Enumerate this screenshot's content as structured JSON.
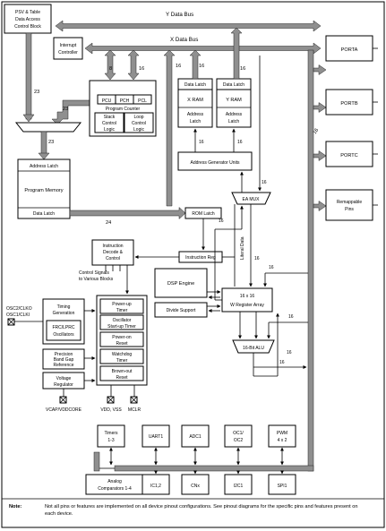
{
  "blocks": {
    "psv": [
      "PSV & Table",
      "Data Access",
      "Control Block"
    ],
    "interrupt": [
      "Interrupt",
      "Controller"
    ],
    "porta": "PORTA",
    "portb": "PORTB",
    "portc": "PORTC",
    "remap": [
      "Remappable",
      "Pins"
    ],
    "data_latch": "Data Latch",
    "x_ram": "X RAM",
    "y_ram": "Y RAM",
    "address_latch": [
      "Address",
      "Latch"
    ],
    "agu": "Address Generator Units",
    "ea_mux": "EA MUX",
    "pcu": "PCU",
    "pch": "PCH",
    "pcl": "PCL",
    "program_counter": "Program Counter",
    "stack": [
      "Stack",
      "Control",
      "Logic"
    ],
    "loop": [
      "Loop",
      "Control",
      "Logic"
    ],
    "pm_address_latch": "Address Latch",
    "program_memory": "Program Memory",
    "pm_data_latch": "Data Latch",
    "rom_latch": "ROM Latch",
    "instr_decode": [
      "Instruction",
      "Decode &",
      "Control"
    ],
    "instr_reg": "Instruction Reg",
    "control_signals": [
      "Control Signals",
      "to Various Blocks"
    ],
    "dsp": "DSP Engine",
    "divide": "Divide Support",
    "wreg": [
      "16 x 16",
      "W Register Array"
    ],
    "alu": "16-Bit ALU",
    "literal": "Literal Data",
    "osc_pins": [
      "OSC2/CLKO",
      "OSC1/CLKI"
    ],
    "timing": [
      "Timing",
      "Generation"
    ],
    "frc": [
      "FRC/LPRC",
      "Oscillators"
    ],
    "bandgap": [
      "Precision",
      "Band Gap",
      "Reference"
    ],
    "vreg": [
      "Voltage",
      "Regulator"
    ],
    "vcap": "VCAP/VDDCORE",
    "powerup": [
      "Power-up",
      "Timer"
    ],
    "ost": [
      "Oscillator",
      "Start-up Timer"
    ],
    "por": [
      "Power-on",
      "Reset"
    ],
    "wdt": [
      "Watchdog",
      "Timer"
    ],
    "bor": [
      "Brown-out",
      "Reset"
    ],
    "vdd": "VDD, VSS",
    "mclr": "MCLR",
    "timers": [
      "Timers",
      "1-3"
    ],
    "uart": "UART1",
    "adc": "ADC1",
    "oc": [
      "OC1/",
      "OC2"
    ],
    "pwm": [
      "PWM",
      "4 x 2"
    ],
    "analog": [
      "Analog",
      "Comparators 1-4"
    ],
    "ic": "IC1,2",
    "cnx": "CNx",
    "i2c": "I2C1",
    "spi": "SPI1"
  },
  "buses": {
    "y": "Y Data Bus",
    "x": "X Data Bus"
  },
  "widths": [
    "16",
    "16",
    "16",
    "16",
    "16",
    "16",
    "16",
    "16",
    "23",
    "23",
    "23",
    "24",
    "16",
    "16",
    "16",
    "16",
    "16",
    "8",
    "16"
  ],
  "note": {
    "label": "Note:",
    "text": "Not all pins or features are implemented on all device pinout configurations. See pinout diagrams for the specific pins and features present on each device."
  }
}
